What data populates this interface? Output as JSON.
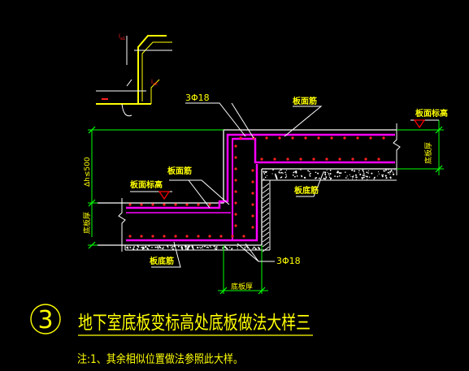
{
  "colors": {
    "background": "#000000",
    "structure": "#ffffff",
    "rebar": "#ff00ff",
    "dimension": "#00ff00",
    "leader": "#ffffff",
    "label": "#ffff00",
    "title": "#ffff00",
    "note": "#ffff00",
    "accent": "#ff2020",
    "level_marker": "#ff0000"
  },
  "labels": {
    "rebar_top": "3Φ18",
    "rebar_bottom": "3Φ18",
    "slab_top_bar_right": "板面筋",
    "slab_top_level_right": "板面标高",
    "slab_thickness_right": "底板厚",
    "dim_height": "Δh≤500",
    "slab_top_bar_left": "板面筋",
    "slab_top_level_left": "板面标高",
    "slab_bottom_bar_mid": "板底筋",
    "slab_thickness_left": "底板厚",
    "slab_bottom_bar_left": "板底筋",
    "dim_bottom": "底板厚",
    "detail_la1": "l",
    "detail_la1_sub": "a1",
    "detail_lae": "l",
    "detail_lae_sub": "aE"
  },
  "title": {
    "number": "3",
    "text": "地下室底板变标高处底板做法大样三"
  },
  "note": "注:1、其余相似位置做法参照此大样。"
}
